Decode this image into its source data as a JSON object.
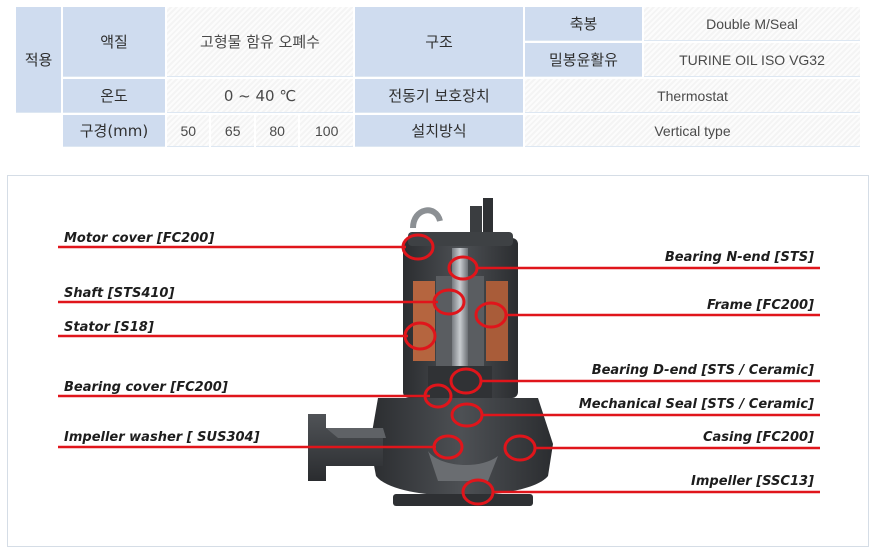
{
  "spec": {
    "apply_header": "적용",
    "liquid_label": "액질",
    "liquid_value": "고형물 함유 오폐수",
    "structure_label": "구조",
    "shaft_seal_label": "축봉",
    "shaft_seal_value": "Double M/Seal",
    "lube_label": "밀봉윤활유",
    "lube_value": "TURINE OIL ISO VG32",
    "temp_label": "온도",
    "temp_value": "0 ~ 40 ℃",
    "motor_protect_label": "전동기 보호장치",
    "motor_protect_value": "Thermostat",
    "bore_label": "구경(mm)",
    "bore_values": [
      "50",
      "65",
      "80",
      "100"
    ],
    "install_label": "설치방식",
    "install_value": "Vertical type"
  },
  "diagram": {
    "labels": {
      "motor_cover": "Motor cover [FC200]",
      "shaft": "Shaft [STS410]",
      "stator": "Stator [S18]",
      "bearing_cover": "Bearing cover [FC200]",
      "impeller_washer": "Impeller washer [ SUS304]",
      "bearing_n_end": "Bearing N-end [STS]",
      "frame": "Frame [FC200]",
      "bearing_d_end": "Bearing D-end [STS / Ceramic]",
      "mechanical_seal": "Mechanical Seal [STS / Ceramic]",
      "casing": "Casing [FC200]",
      "impeller": "Impeller [SSC13]"
    },
    "colors": {
      "leader_line": "#e0151b",
      "pump_body": "#3c3f42",
      "pump_dark": "#232527",
      "copper": "#b5653f"
    }
  }
}
